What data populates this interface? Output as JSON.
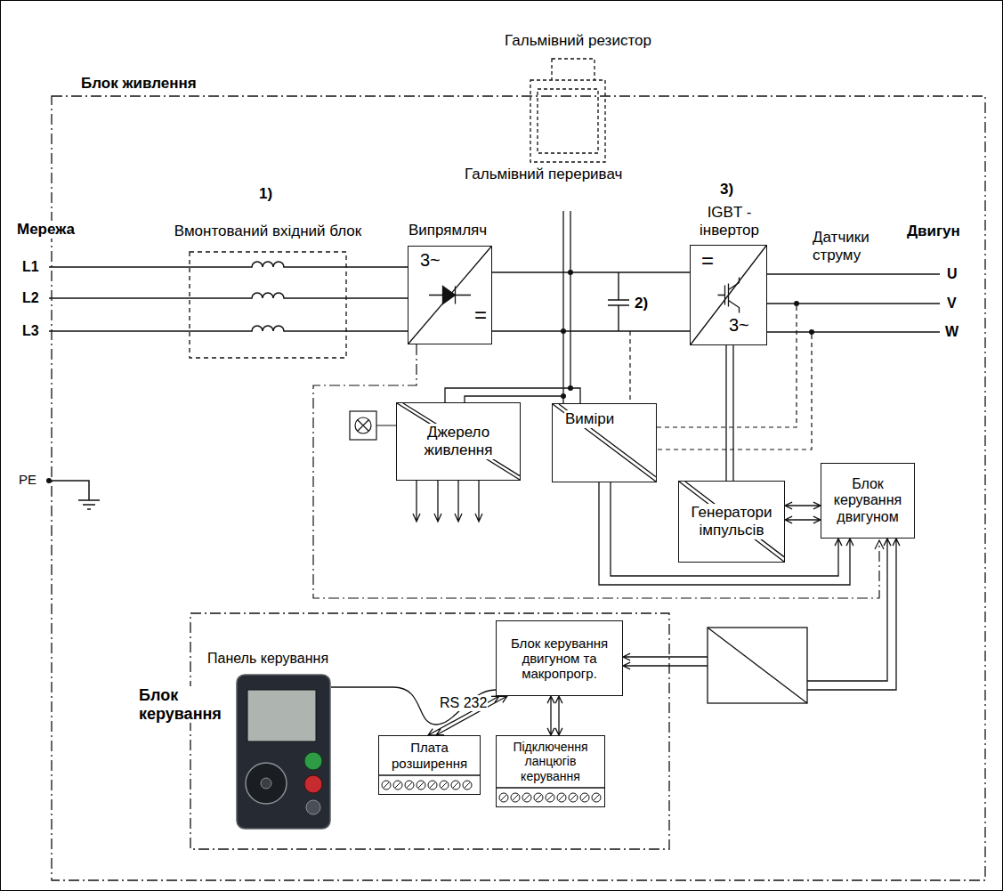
{
  "diagram": {
    "nodes": [
      {
        "text": [
          "Блок живлення"
        ]
      },
      {
        "text": [
          "Вмонтований вхідний блок"
        ],
        "in": 0
      },
      {
        "text": [
          "Випрямляч",
          "3~",
          "="
        ],
        "in": 0
      },
      {
        "text": [
          "Гальмівний резистор"
        ]
      },
      {
        "text": [
          "IGBT - інвертор",
          "=",
          "3~"
        ],
        "in": 0
      },
      {
        "text": [
          "Джерело живлення"
        ],
        "in": 0
      },
      {
        "text": [
          "Виміри"
        ],
        "in": 0
      },
      {
        "text": [
          "Генератори імпульсів"
        ],
        "in": 0
      },
      {
        "text": [
          "Блок керування двигуном"
        ],
        "in": 0
      },
      {
        "text": [
          "Блок керування"
        ],
        "in": 0
      },
      {
        "text": [
          "Панель керування"
        ],
        "in": 9
      },
      {
        "text": [
          "Блок керування двигуном та макропрогр."
        ],
        "in": 9
      },
      {
        "text": [
          "Плата розширення"
        ],
        "in": 9
      },
      {
        "text": [
          "Підключення ланцюгів керування"
        ],
        "in": 9
      }
    ],
    "edges": [
      {
        "from": 1,
        "to": 2,
        "arrow": "none"
      },
      {
        "from": 2,
        "to": 4,
        "arrow": "none"
      },
      {
        "from": 4,
        "to": 7,
        "arrow": "none"
      },
      {
        "from": 7,
        "to": 8,
        "arrow": "both"
      },
      {
        "from": 6,
        "to": 8,
        "arrow": "to"
      },
      {
        "from": 10,
        "to": 11,
        "label": "RS 232",
        "arrow": "none"
      },
      {
        "from": 11,
        "to": 12,
        "arrow": "both"
      },
      {
        "from": 11,
        "to": 13,
        "arrow": "both"
      },
      {
        "from": 11,
        "to": 8,
        "arrow": "both"
      }
    ],
    "labels": [
      "Мережа",
      "L1",
      "L2",
      "L3",
      "PE",
      "Двигун",
      "U",
      "V",
      "W",
      "Датчики струму",
      "Гальмівний переривач",
      "1)",
      "2)",
      "3)"
    ]
  }
}
